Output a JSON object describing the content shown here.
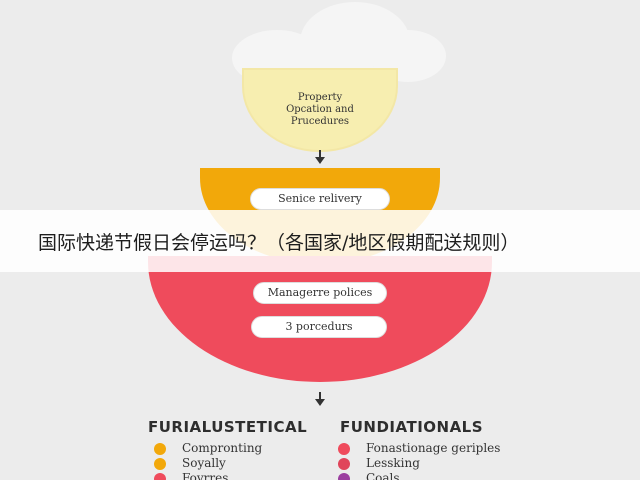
{
  "banner": {
    "title": "国际快递节假日会停运吗？（各国家/地区假期配送规则）"
  },
  "diagram": {
    "stage1": {
      "label_line1": "Property",
      "label_line2": "Opcation and",
      "label_line3": "Prucedures",
      "color": "#f7eeb0"
    },
    "stage2": {
      "label": "Senice relivery",
      "color": "#f2a80a"
    },
    "stage3": {
      "label1": "Managerre polices",
      "label2": "3 porcedurs",
      "color": "#ef4b5c"
    }
  },
  "legend": {
    "left": {
      "heading": "FURIALUSTETICAL",
      "items": [
        {
          "label": "Compronting",
          "color": "#f2a80a"
        },
        {
          "label": "Soyally",
          "color": "#f2a80a"
        },
        {
          "label": "Foyrres",
          "color": "#ef4b5c"
        }
      ]
    },
    "right": {
      "heading": "FUNDIATIONALS",
      "items": [
        {
          "label": "Fonastionage geriples",
          "color": "#ef4b5c"
        },
        {
          "label": "Lessking",
          "color": "#e0455a"
        },
        {
          "label": "Coals",
          "color": "#9b3fa0"
        }
      ]
    }
  }
}
